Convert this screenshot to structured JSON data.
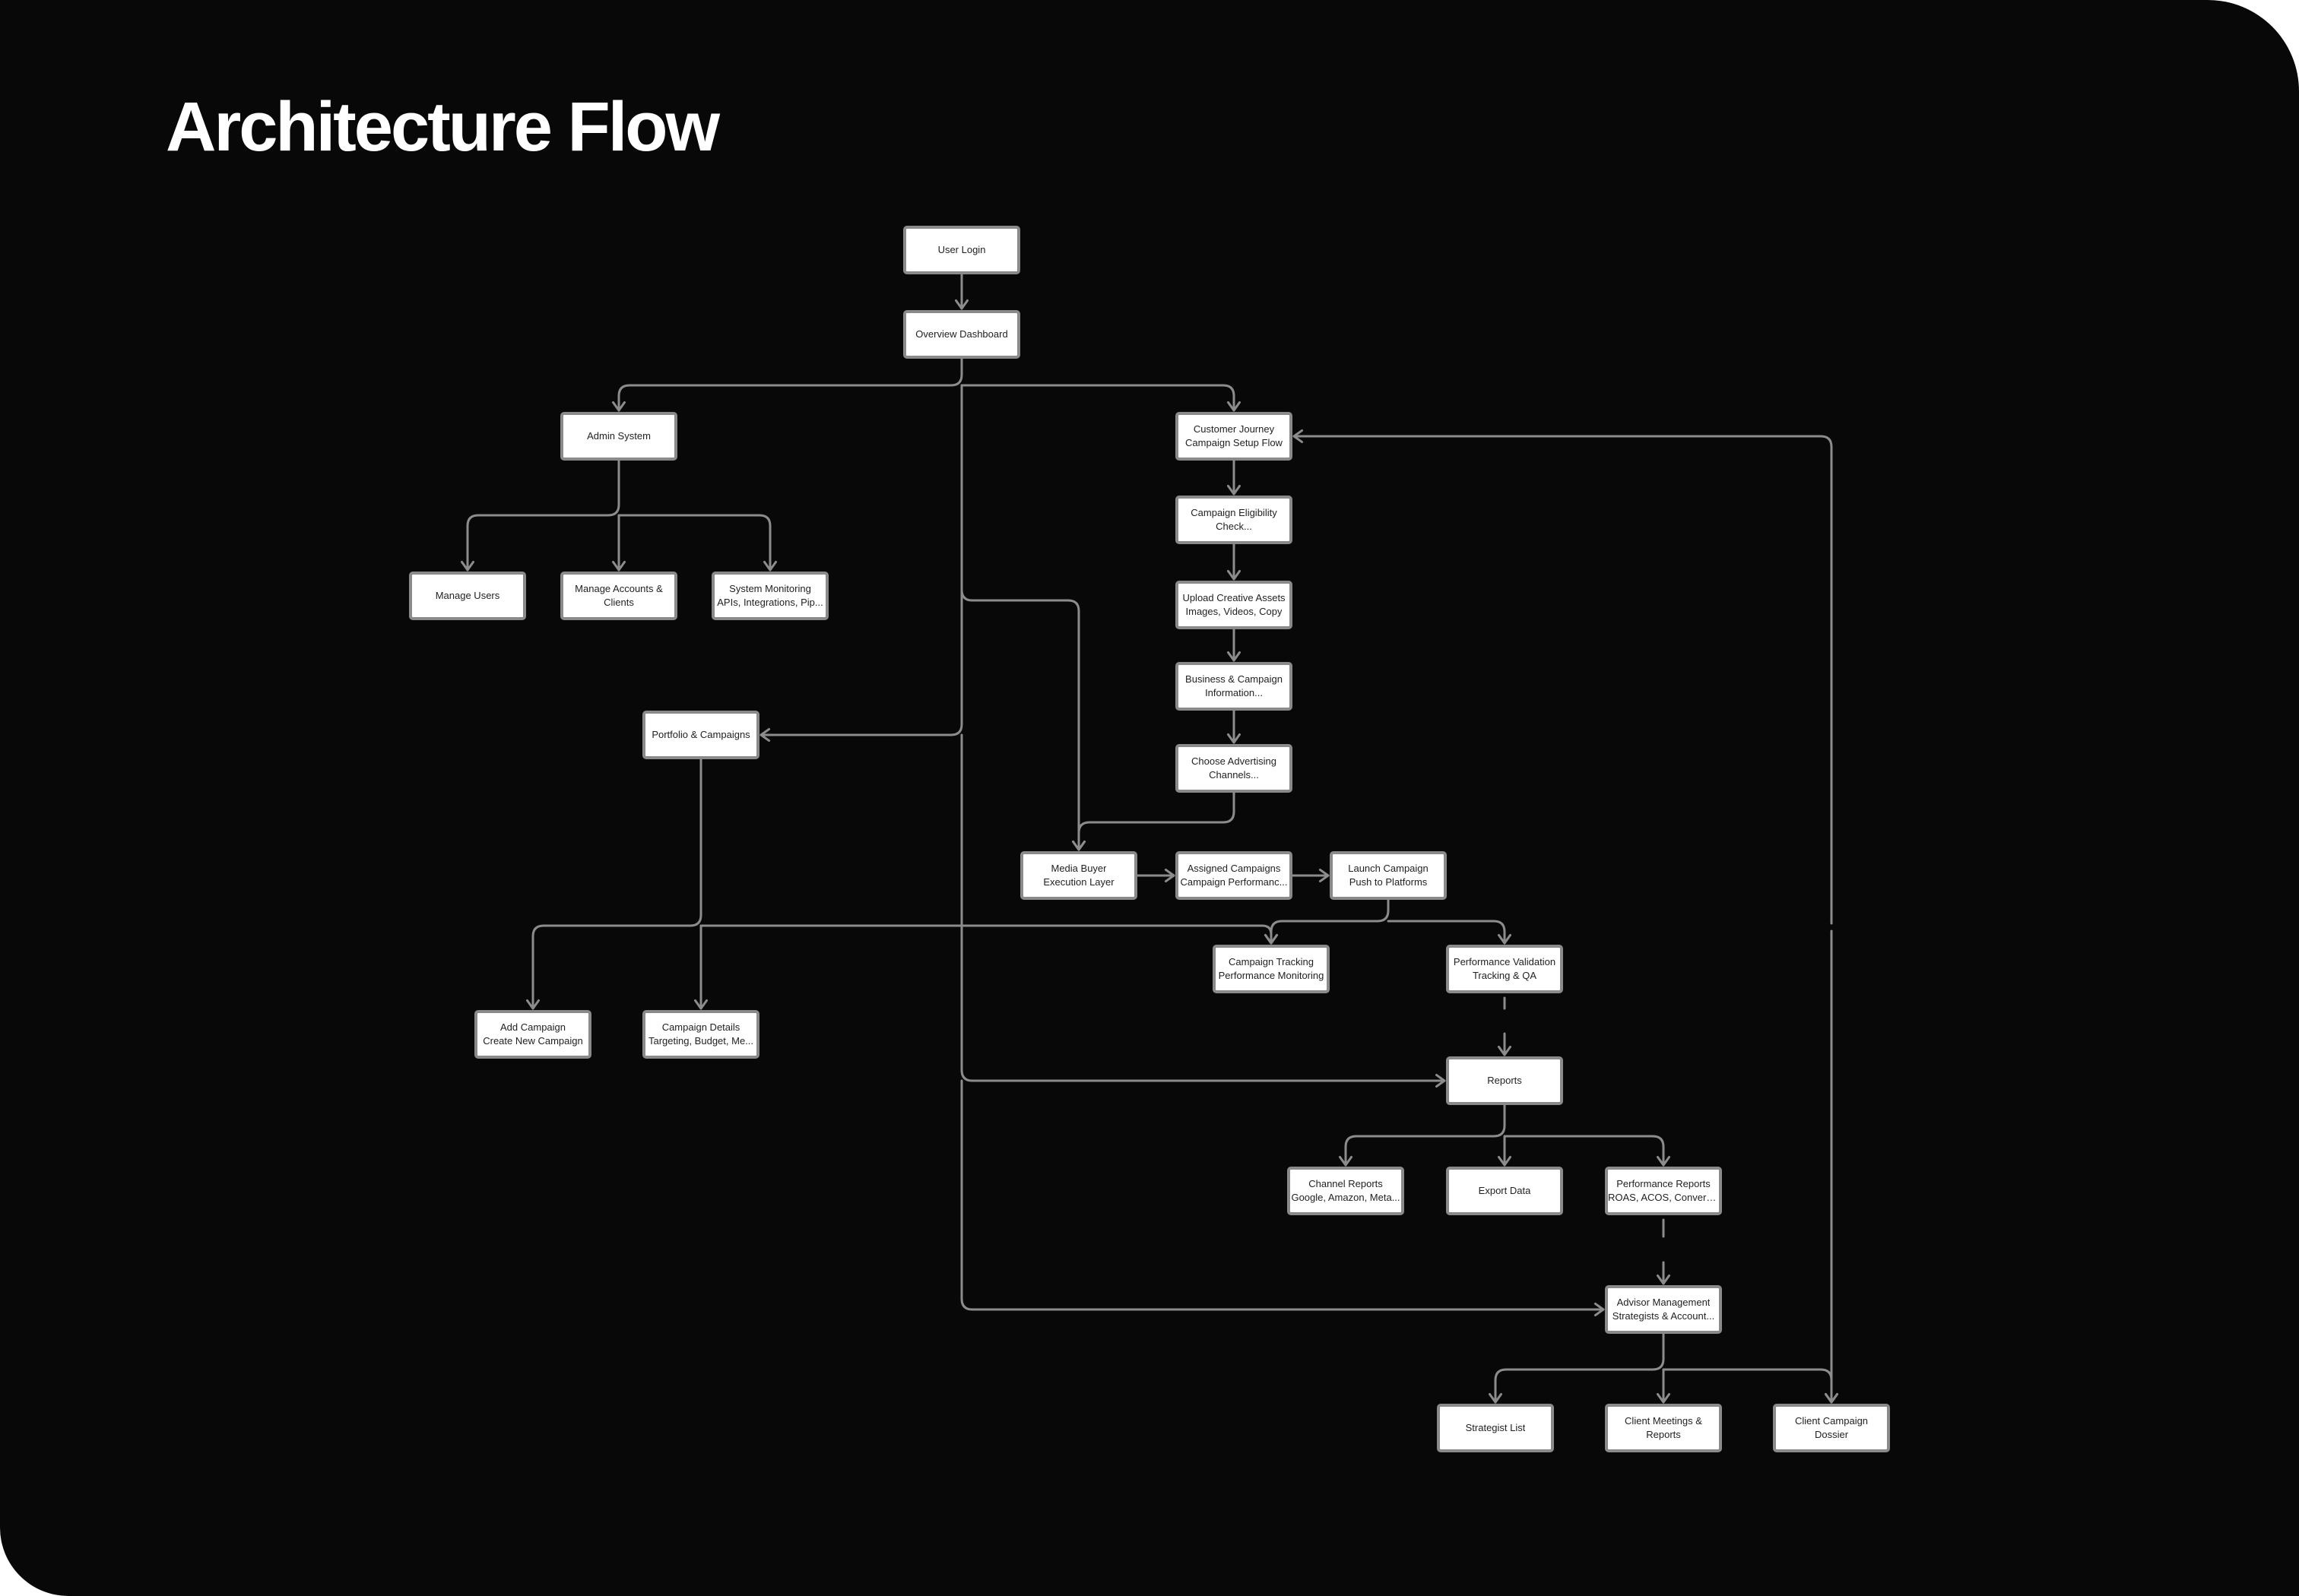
{
  "title": "Architecture Flow",
  "nodes": {
    "user_login": [
      "User Login"
    ],
    "overview_dashboard": [
      "Overview Dashboard"
    ],
    "admin_system": [
      "Admin System"
    ],
    "manage_users": [
      "Manage Users"
    ],
    "manage_accounts": [
      "Manage Accounts &",
      "Clients"
    ],
    "system_monitoring": [
      "System Monitoring",
      "APIs, Integrations, Pip..."
    ],
    "portfolio_campaigns": [
      "Portfolio & Campaigns"
    ],
    "add_campaign": [
      "Add Campaign",
      "Create New Campaign"
    ],
    "campaign_details": [
      "Campaign Details",
      "Targeting, Budget, Me..."
    ],
    "customer_journey": [
      "Customer Journey",
      "Campaign Setup Flow"
    ],
    "eligibility_check": [
      "Campaign Eligibility",
      "Check..."
    ],
    "upload_assets": [
      "Upload Creative Assets",
      "Images, Videos, Copy"
    ],
    "business_info": [
      "Business & Campaign",
      "Information..."
    ],
    "choose_channels": [
      "Choose Advertising",
      "Channels..."
    ],
    "media_buyer": [
      "Media Buyer",
      "Execution Layer"
    ],
    "assigned_campaigns": [
      "Assigned Campaigns",
      "Campaign Performanc..."
    ],
    "launch_campaign": [
      "Launch Campaign",
      "Push to Platforms"
    ],
    "campaign_tracking": [
      "Campaign Tracking",
      "Performance Monitoring"
    ],
    "performance_validation": [
      "Performance Validation",
      "Tracking & QA"
    ],
    "reports": [
      "Reports"
    ],
    "channel_reports": [
      "Channel Reports",
      "Google, Amazon, Meta..."
    ],
    "export_data": [
      "Export Data"
    ],
    "performance_reports": [
      "Performance Reports",
      "ROAS, ACOS, Conversi..."
    ],
    "advisor_management": [
      "Advisor Management",
      "Strategists & Account..."
    ],
    "strategist_list": [
      "Strategist List"
    ],
    "client_meetings": [
      "Client Meetings &",
      "Reports"
    ],
    "client_dossier": [
      "Client Campaign",
      "Dossier"
    ]
  },
  "colors": {
    "background": "#080808",
    "title": "#ffffff",
    "node_fill": "#ffffff",
    "node_border": "#8a8a8a",
    "node_text": "#222222",
    "connector": "#8c8c8c"
  }
}
